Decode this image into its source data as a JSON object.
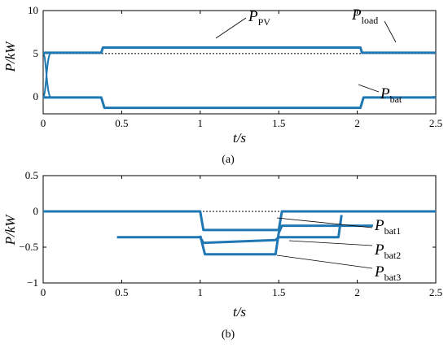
{
  "chart_data": [
    {
      "type": "line",
      "panel": "a",
      "xlabel": "t/s",
      "ylabel": "P/kW",
      "xlim": [
        0,
        2.5
      ],
      "ylim": [
        -2,
        10
      ],
      "xticks": [
        "0",
        "0.5",
        "1",
        "1.5",
        "2",
        "2.5"
      ],
      "yticks": [
        "10",
        "5",
        "0"
      ],
      "ytick_values": [
        10,
        5,
        0
      ],
      "annotations": [
        {
          "base": "P",
          "sub": "PV"
        },
        {
          "base": "P",
          "sub": "load"
        },
        {
          "base": "P",
          "sub": "bat"
        }
      ],
      "series": [
        {
          "key": "load",
          "dashed": true,
          "color": "#000000",
          "x": [
            0,
            2.5
          ],
          "y": [
            5,
            5
          ]
        },
        {
          "key": "pv",
          "color": "#1f77b4",
          "x": [
            0,
            0.05,
            0.37,
            0.38,
            2.02,
            2.03,
            2.5
          ],
          "y": [
            5.1,
            5.1,
            5.1,
            5.7,
            5.7,
            5.1,
            5.1
          ]
        },
        {
          "key": "bat",
          "color": "#1f77b4",
          "x": [
            0,
            0.05,
            0.37,
            0.39,
            2.02,
            2.04,
            2.5
          ],
          "y": [
            -0.1,
            -0.1,
            -0.1,
            -1.3,
            -1.3,
            -0.1,
            -0.1
          ]
        }
      ]
    },
    {
      "type": "line",
      "panel": "b",
      "xlabel": "t/s",
      "ylabel": "P/kW",
      "xlim": [
        0,
        2.5
      ],
      "ylim": [
        -1,
        0.5
      ],
      "xticks": [
        "0",
        "0.5",
        "1",
        "1.5",
        "2",
        "2.5"
      ],
      "yticks": [
        "0.5",
        "0",
        "−0.5",
        "−1"
      ],
      "ytick_values": [
        0.5,
        0,
        -0.5,
        -1
      ],
      "annotations": [
        {
          "base": "P",
          "sub": "bat1"
        },
        {
          "base": "P",
          "sub": "bat2"
        },
        {
          "base": "P",
          "sub": "bat3"
        }
      ],
      "series": [
        {
          "key": "zero",
          "dashed": true,
          "color": "#000000",
          "x": [
            0,
            2.5
          ],
          "y": [
            0,
            0
          ]
        },
        {
          "key": "bat1",
          "color": "#1f77b4",
          "x": [
            0,
            0.37,
            0.47,
            1.0,
            1.02,
            1.5,
            1.52,
            2.1,
            2.5
          ],
          "y": [
            0,
            0,
            0,
            0,
            -0.26,
            -0.26,
            0,
            0,
            0
          ]
        },
        {
          "key": "bat2",
          "color": "#1f77b4",
          "x": [
            0.47,
            1.0,
            1.02,
            1.48,
            1.5,
            1.88,
            1.9
          ],
          "y": [
            -0.36,
            -0.36,
            -0.44,
            -0.4,
            -0.36,
            -0.36,
            -0.05
          ]
        },
        {
          "key": "bat3",
          "color": "#1f77b4",
          "x": [
            1.0,
            1.03,
            1.48,
            1.5,
            1.52,
            2.1
          ],
          "y": [
            -0.34,
            -0.6,
            -0.6,
            -0.3,
            -0.2,
            -0.2
          ]
        }
      ]
    }
  ],
  "captions": [
    "(a)",
    "(b)"
  ]
}
